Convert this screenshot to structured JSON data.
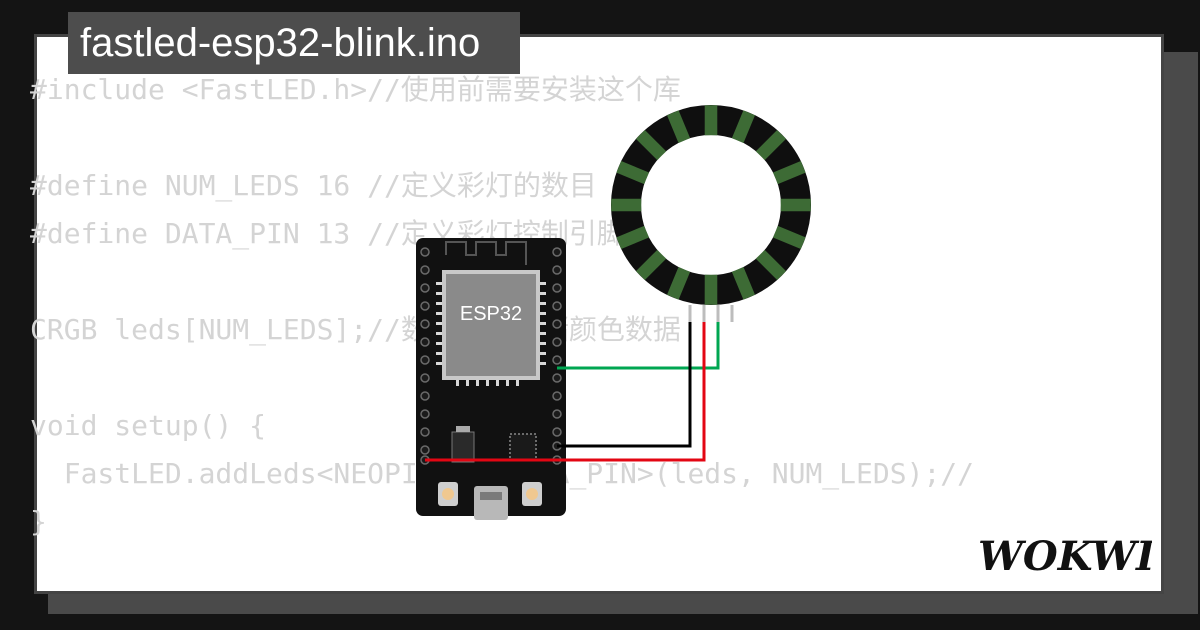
{
  "project": {
    "title": "fastled-esp32-blink.ino"
  },
  "code_lines": [
    "#include <FastLED.h>//使用前需要安装这个库",
    "",
    "#define NUM_LEDS 16 //定义彩灯的数目",
    "#define DATA_PIN 13 //定义彩灯控制引脚",
    "",
    "CRGB leds[NUM_LEDS];//数据用来存储颜色数据",
    "",
    "void setup() {",
    "  FastLED.addLeds<NEOPIXEL, DATA_PIN>(leds, NUM_LEDS);//",
    "}"
  ],
  "board": {
    "chip_label": "ESP32"
  },
  "led_ring": {
    "pixel_count": 16,
    "pixel_color": "#3d6b35",
    "ring_color": "#0f0f0f"
  },
  "wires": {
    "data_color": "#00a651",
    "gnd_color": "#000000",
    "vcc_color": "#e30613"
  },
  "brand": {
    "logo_text": "WOKWI"
  }
}
